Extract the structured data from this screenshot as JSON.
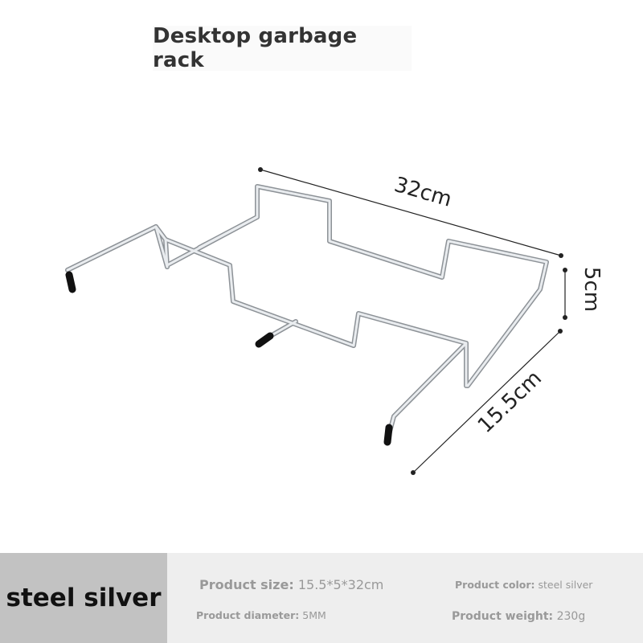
{
  "header": {
    "title": "Desktop garbage rack"
  },
  "dimensions": {
    "length": "32cm",
    "height": "5cm",
    "width": "15.5cm"
  },
  "variant": {
    "label": "steel silver"
  },
  "specs": {
    "size": {
      "label": "Product size:",
      "value": "15.5*5*32cm"
    },
    "diameter": {
      "label": "Product diameter:",
      "value": "5MM"
    },
    "color": {
      "label": "Product color:",
      "value": "steel silver"
    },
    "weight": {
      "label": "Product weight:",
      "value": "230g"
    }
  },
  "colors": {
    "variant_bg": "#c2c2c2",
    "footer_bg": "#eeeeee",
    "metal": "#c8ccd0",
    "cap": "#111111"
  }
}
